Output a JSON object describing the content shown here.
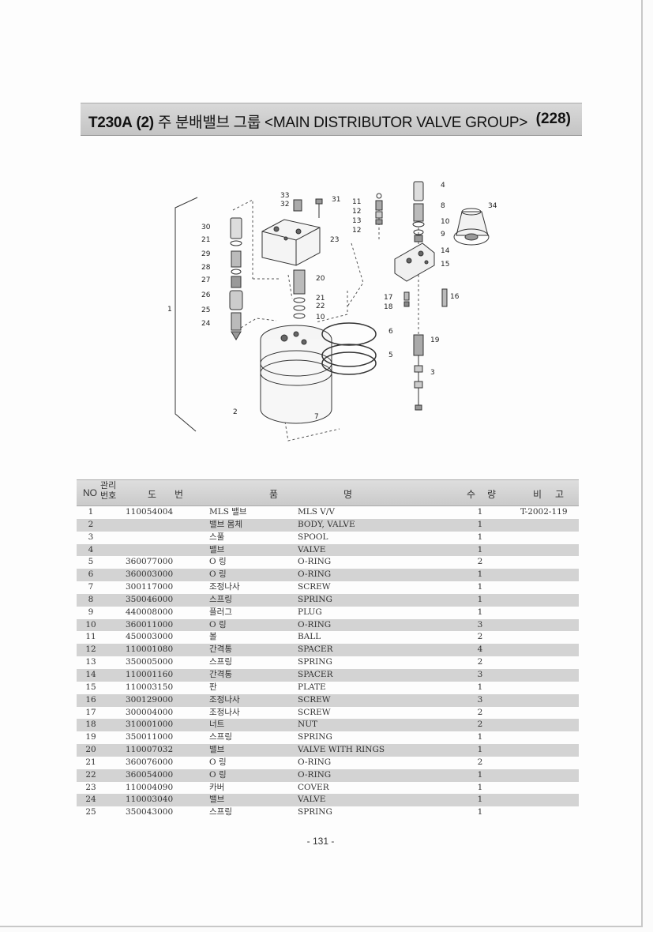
{
  "header": {
    "code": "T230A",
    "sub": "(2)",
    "title": "주 분배밸브 그룹 <MAIN DISTRIBUTOR VALVE GROUP>",
    "page_ref": "(228)"
  },
  "diagram": {
    "callouts": [
      "33",
      "32",
      "31",
      "11",
      "12",
      "13",
      "12",
      "4",
      "8",
      "10",
      "9",
      "14",
      "15",
      "34",
      "30",
      "21",
      "23",
      "29",
      "28",
      "27",
      "26",
      "25",
      "24",
      "20",
      "21",
      "22",
      "10",
      "17",
      "18",
      "16",
      "1",
      "6",
      "5",
      "19",
      "3",
      "2",
      "7"
    ]
  },
  "table": {
    "headers": {
      "no": "NO",
      "mgmt_top": "관리",
      "mgmt_bottom": "번호",
      "drawing_1": "도",
      "drawing_2": "번",
      "name_1": "품",
      "name_2": "명",
      "qty_1": "수",
      "qty_2": "량",
      "remark_1": "비",
      "remark_2": "고"
    },
    "rows": [
      {
        "no": "1",
        "part": "110054004",
        "kr": "MLS 밸브",
        "en": "MLS V/V",
        "qty": "1",
        "remark": "T-2002-119"
      },
      {
        "no": "2",
        "part": "",
        "kr": "밸브 몸체",
        "en": "BODY, VALVE",
        "qty": "1",
        "remark": ""
      },
      {
        "no": "3",
        "part": "",
        "kr": "스풀",
        "en": "SPOOL",
        "qty": "1",
        "remark": ""
      },
      {
        "no": "4",
        "part": "",
        "kr": "밸브",
        "en": "VALVE",
        "qty": "1",
        "remark": ""
      },
      {
        "no": "5",
        "part": "360077000",
        "kr": "O 링",
        "en": "O-RING",
        "qty": "2",
        "remark": ""
      },
      {
        "no": "6",
        "part": "360003000",
        "kr": "O 링",
        "en": "O-RING",
        "qty": "1",
        "remark": ""
      },
      {
        "no": "7",
        "part": "300117000",
        "kr": "조정나사",
        "en": "SCREW",
        "qty": "1",
        "remark": ""
      },
      {
        "no": "8",
        "part": "350046000",
        "kr": "스프링",
        "en": "SPRING",
        "qty": "1",
        "remark": ""
      },
      {
        "no": "9",
        "part": "440008000",
        "kr": "플러그",
        "en": "PLUG",
        "qty": "1",
        "remark": ""
      },
      {
        "no": "10",
        "part": "360011000",
        "kr": "O 링",
        "en": "O-RING",
        "qty": "3",
        "remark": ""
      },
      {
        "no": "11",
        "part": "450003000",
        "kr": "볼",
        "en": "BALL",
        "qty": "2",
        "remark": ""
      },
      {
        "no": "12",
        "part": "110001080",
        "kr": "간격통",
        "en": "SPACER",
        "qty": "4",
        "remark": ""
      },
      {
        "no": "13",
        "part": "350005000",
        "kr": "스프링",
        "en": "SPRING",
        "qty": "2",
        "remark": ""
      },
      {
        "no": "14",
        "part": "110001160",
        "kr": "간격통",
        "en": "SPACER",
        "qty": "3",
        "remark": ""
      },
      {
        "no": "15",
        "part": "110003150",
        "kr": "판",
        "en": "PLATE",
        "qty": "1",
        "remark": ""
      },
      {
        "no": "16",
        "part": "300129000",
        "kr": "조정나사",
        "en": "SCREW",
        "qty": "3",
        "remark": ""
      },
      {
        "no": "17",
        "part": "300004000",
        "kr": "조정나사",
        "en": "SCREW",
        "qty": "2",
        "remark": ""
      },
      {
        "no": "18",
        "part": "310001000",
        "kr": "너트",
        "en": "NUT",
        "qty": "2",
        "remark": ""
      },
      {
        "no": "19",
        "part": "350011000",
        "kr": "스프링",
        "en": "SPRING",
        "qty": "1",
        "remark": ""
      },
      {
        "no": "20",
        "part": "110007032",
        "kr": "밸브",
        "en": "VALVE WITH RINGS",
        "qty": "1",
        "remark": ""
      },
      {
        "no": "21",
        "part": "360076000",
        "kr": "O 링",
        "en": "O-RING",
        "qty": "2",
        "remark": ""
      },
      {
        "no": "22",
        "part": "360054000",
        "kr": "O 링",
        "en": "O-RING",
        "qty": "1",
        "remark": ""
      },
      {
        "no": "23",
        "part": "110004090",
        "kr": "카버",
        "en": "COVER",
        "qty": "1",
        "remark": ""
      },
      {
        "no": "24",
        "part": "110003040",
        "kr": "밸브",
        "en": "VALVE",
        "qty": "1",
        "remark": ""
      },
      {
        "no": "25",
        "part": "350043000",
        "kr": "스프링",
        "en": "SPRING",
        "qty": "1",
        "remark": ""
      }
    ]
  },
  "footer": {
    "page_number": "- 131 -"
  }
}
